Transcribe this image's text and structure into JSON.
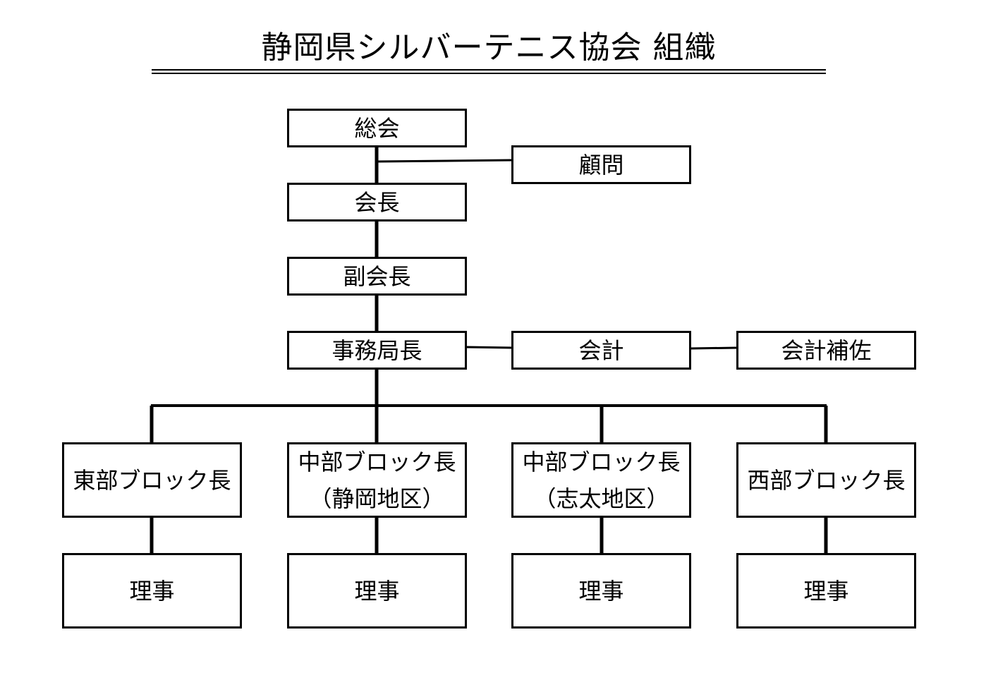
{
  "title": "静岡県シルバーテニス協会 組織",
  "nodes": {
    "general_assembly": "総会",
    "advisor": "顧問",
    "president": "会長",
    "vice_president": "副会長",
    "secretary_general": "事務局長",
    "treasurer": "会計",
    "assistant_treasurer": "会計補佐",
    "east_block_head": "東部ブロック長",
    "central_block_head_shizuoka": {
      "line1": "中部ブロック長",
      "line2": "（静岡地区）"
    },
    "central_block_head_shida": {
      "line1": "中部ブロック長",
      "line2": "（志太地区）"
    },
    "west_block_head": "西部ブロック長",
    "director_1": "理事",
    "director_2": "理事",
    "director_3": "理事",
    "director_4": "理事"
  }
}
